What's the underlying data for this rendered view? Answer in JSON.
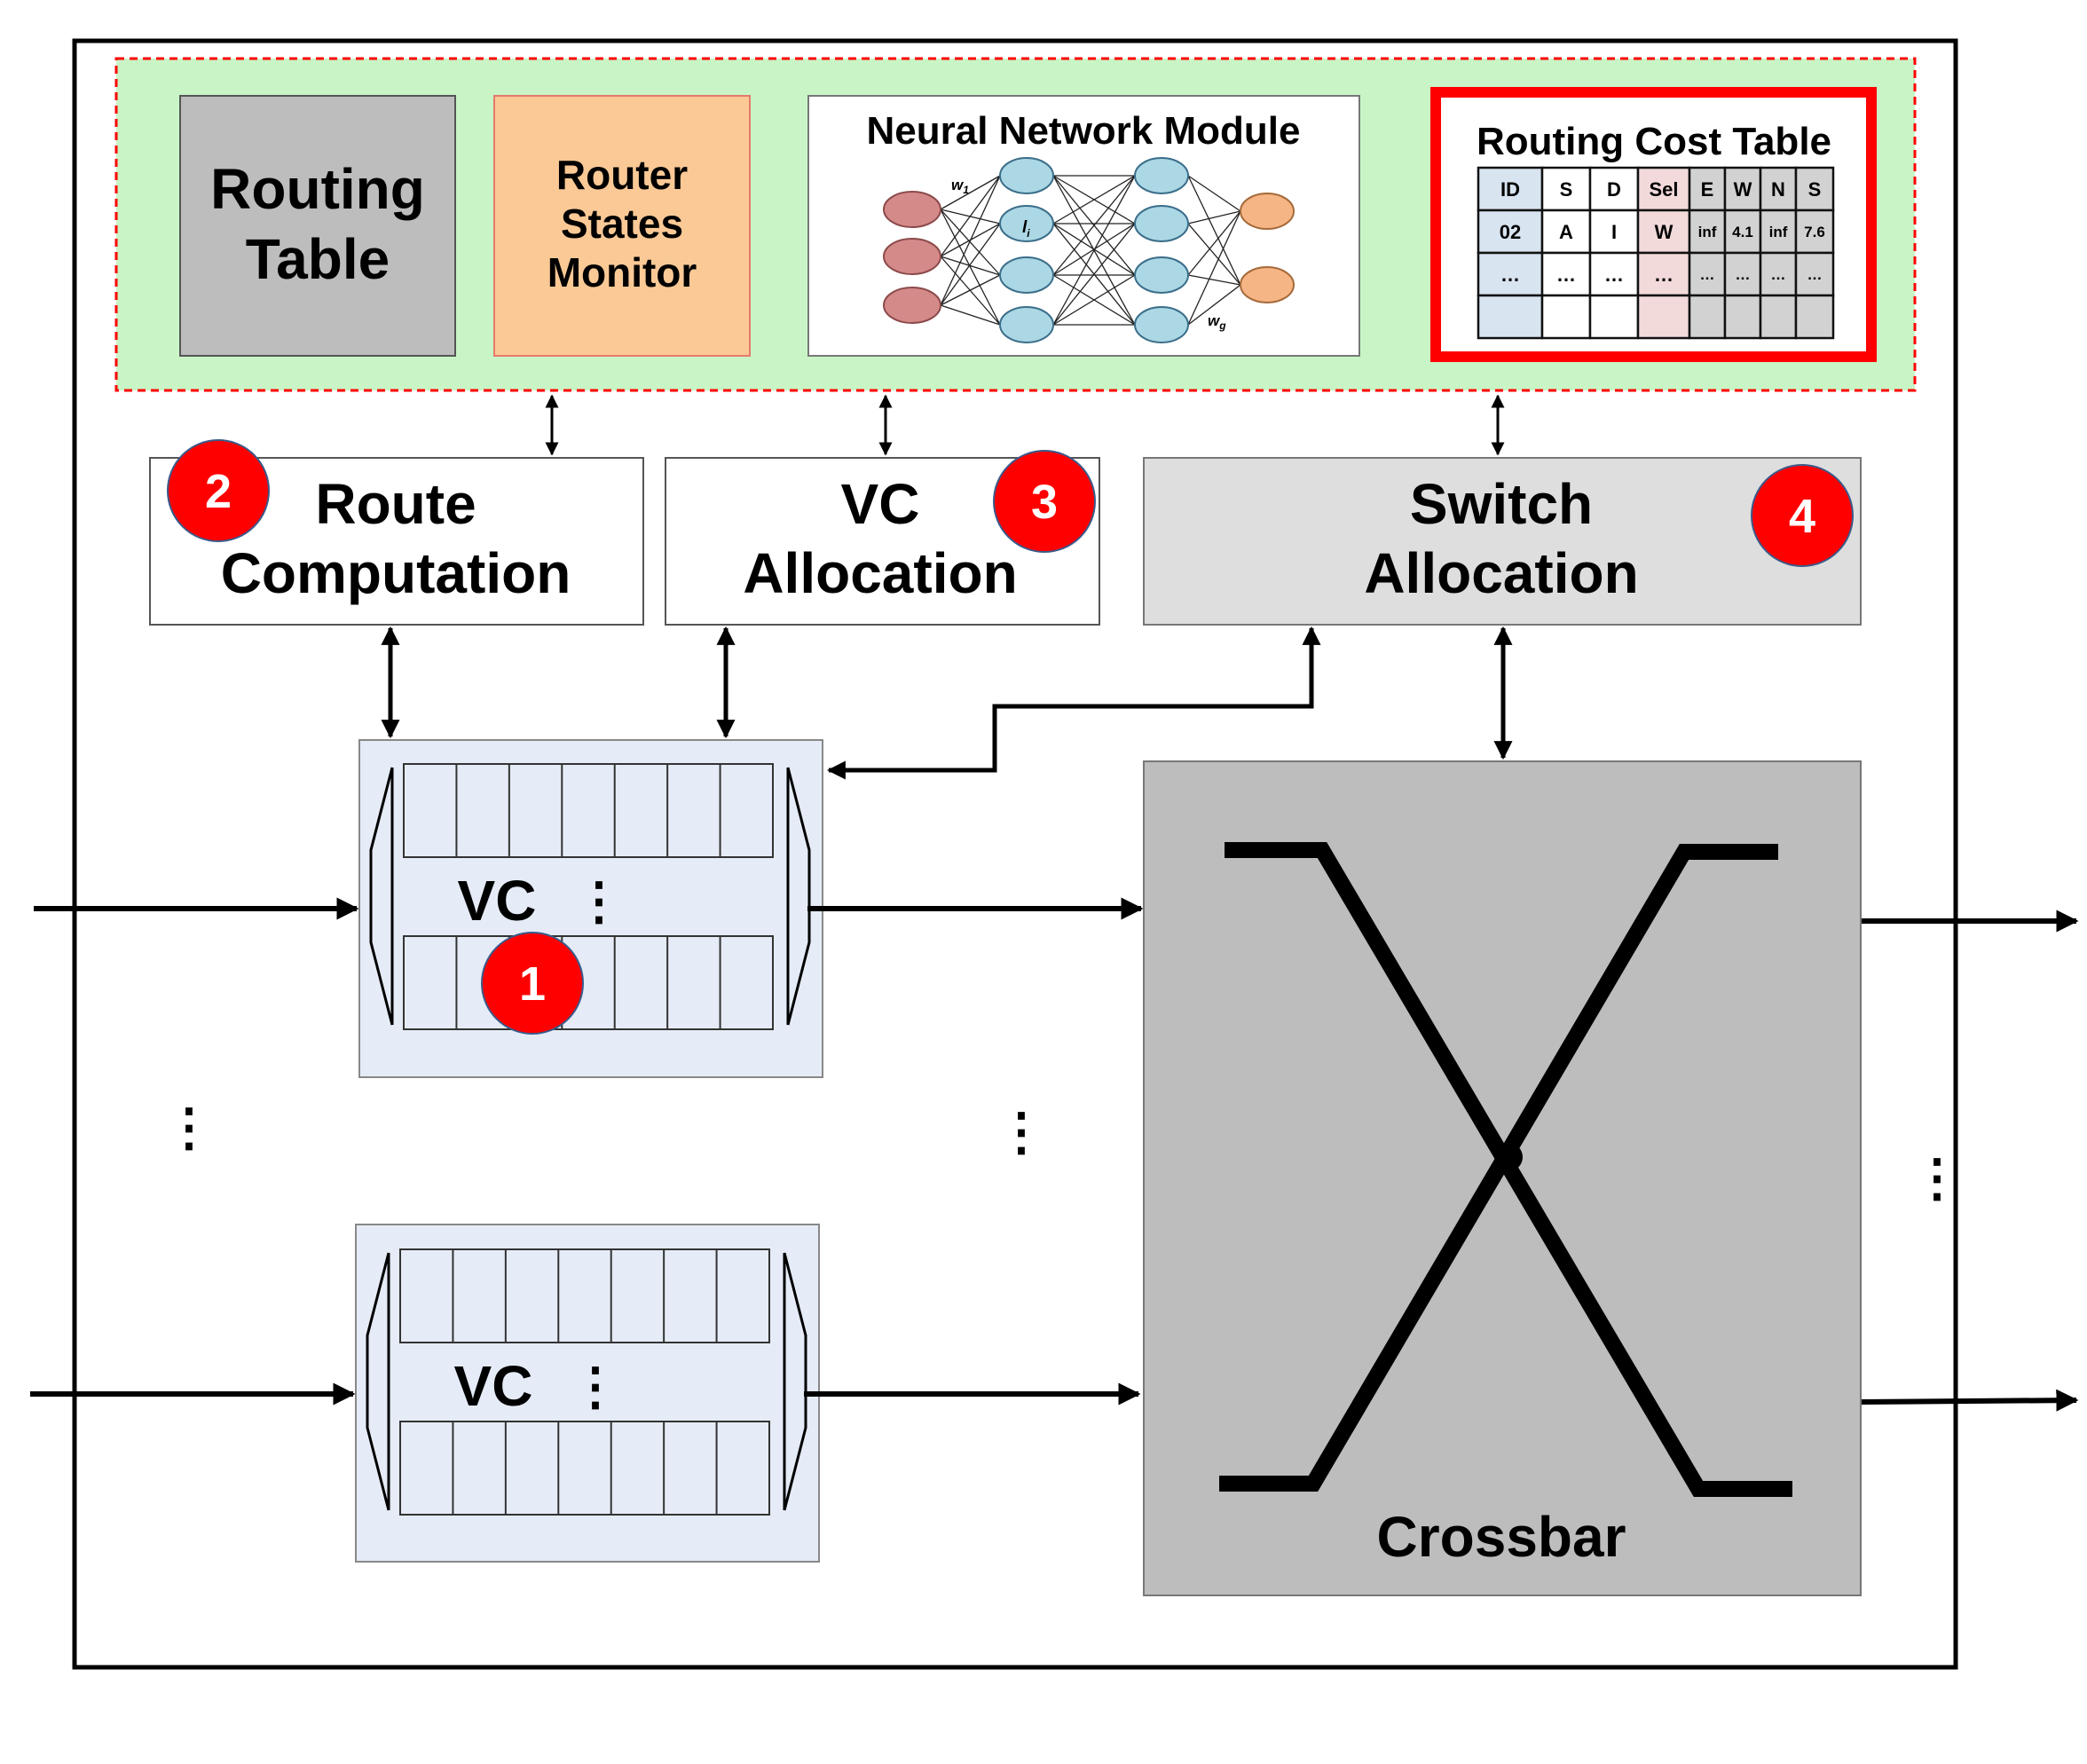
{
  "colors": {
    "top_panel_fill": "#c9f5c6",
    "top_panel_border": "#ff0000",
    "routing_table_fill": "#bdbdbd",
    "router_states_fill": "#fbc996",
    "input_node_fill": "#d58a8a",
    "hidden_node_fill": "#acd7e4",
    "output_node_fill": "#f6b585",
    "cost_table_border": "#ff0000",
    "cost_id_col": "#d9e4f1",
    "cost_sel_col": "#f3dada",
    "cost_dir_col": "#d2d2d2",
    "switch_alloc_fill": "#dedede",
    "vc_buffer_fill": "#e5ecf7",
    "crossbar_fill": "#bdbdbd",
    "badge_fill": "#ff0000"
  },
  "top_panel": {
    "routing_table": {
      "line1": "Routing",
      "line2": "Table"
    },
    "router_states_monitor": {
      "line1": "Router",
      "line2": "States",
      "line3": "Monitor"
    },
    "neural_network": {
      "title": "Neural Network Module",
      "weight_first": "w",
      "weight_first_sub": "1",
      "weight_mid": "l",
      "weight_mid_sub": "i",
      "weight_last": "w",
      "weight_last_sub": "g"
    },
    "routing_cost_table": {
      "title": "Routing Cost Table",
      "headers": [
        "ID",
        "S",
        "D",
        "Sel",
        "E",
        "W",
        "N",
        "S"
      ],
      "rows": [
        [
          "02",
          "A",
          "I",
          "W",
          "inf",
          "4.1",
          "inf",
          "7.6"
        ],
        [
          "…",
          "…",
          "…",
          "…",
          "…",
          "…",
          "…",
          "…"
        ],
        [
          "",
          "",
          "",
          "",
          "",
          "",
          "",
          ""
        ]
      ]
    }
  },
  "stages": {
    "route_computation": {
      "line1": "Route",
      "line2": "Computation",
      "badge": "2"
    },
    "vc_allocation": {
      "line1": "VC",
      "line2": "Allocation",
      "badge": "3"
    },
    "switch_allocation": {
      "line1": "Switch",
      "line2": "Allocation",
      "badge": "4"
    }
  },
  "input_buffers": [
    {
      "label": "VC",
      "dots": "⋮",
      "badge": "1"
    },
    {
      "label": "VC",
      "dots": "⋮"
    }
  ],
  "crossbar": {
    "label": "Crossbar"
  },
  "ellipsis": "⋮"
}
